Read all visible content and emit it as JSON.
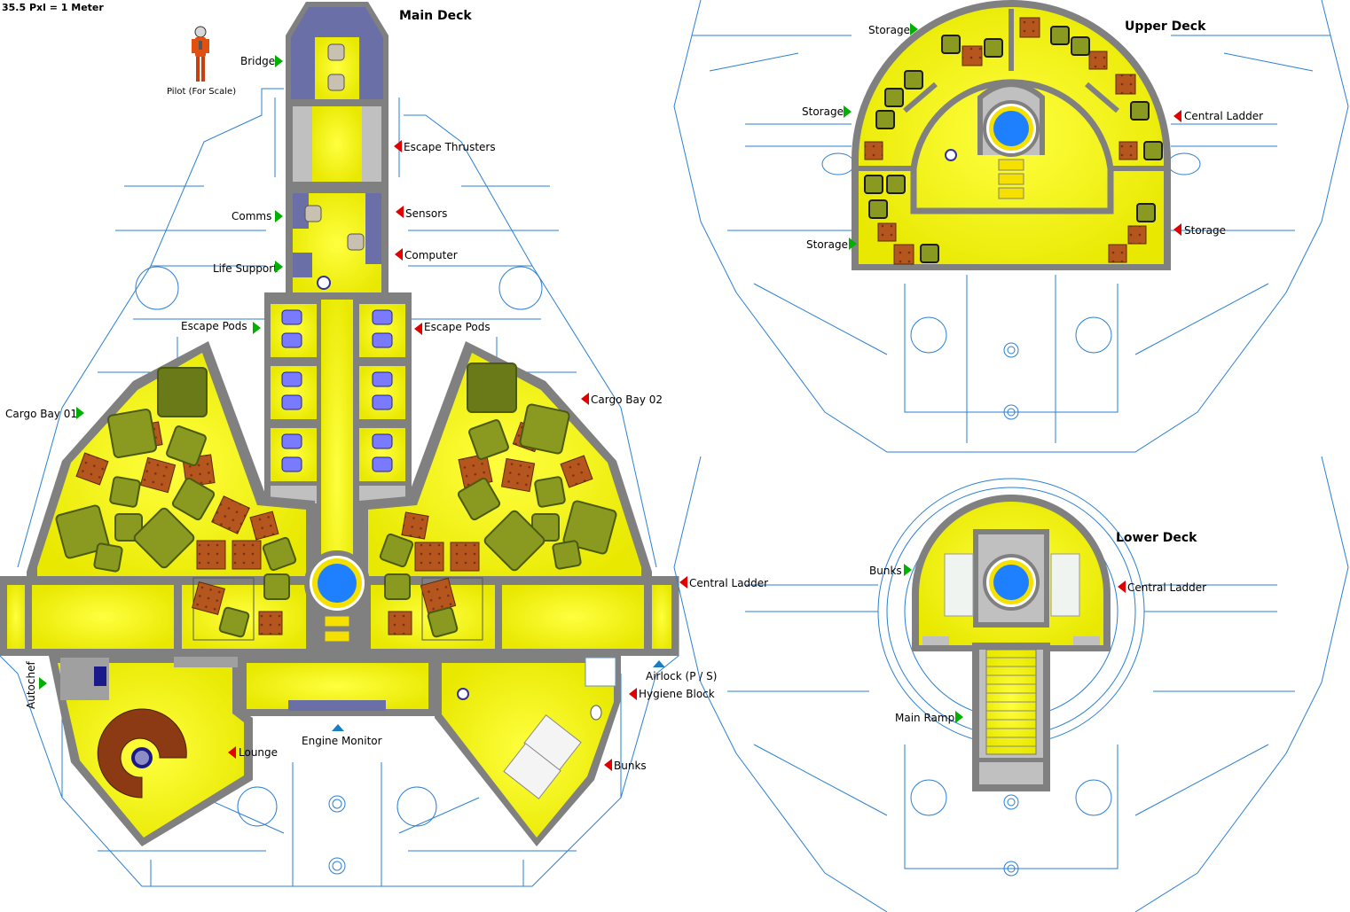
{
  "scale_text": "35.5 Pxl = 1 Meter",
  "pilot_caption": "Pilot (For Scale)",
  "decks": {
    "main": "Main Deck",
    "upper": "Upper Deck",
    "lower": "Lower Deck"
  },
  "main_labels": {
    "bridge": "Bridge",
    "escape_thrusters": "Escape Thrusters",
    "comms": "Comms",
    "sensors": "Sensors",
    "life_support": "Life Support",
    "computer": "Computer",
    "escape_pods_left": "Escape Pods",
    "escape_pods_right": "Escape Pods",
    "cargo_bay_01": "Cargo Bay 01",
    "cargo_bay_02": "Cargo Bay 02",
    "central_ladder": "Central Ladder",
    "autochef": "Autochef",
    "airlock": "Airlock (P / S)",
    "hygiene_block": "Hygiene Block",
    "engine_monitor": "Engine Monitor",
    "lounge": "Lounge",
    "bunks": "Bunks"
  },
  "upper_labels": {
    "storage_top": "Storage",
    "storage_left": "Storage",
    "storage_bottom_left": "Storage",
    "storage_right": "Storage",
    "central_ladder": "Central Ladder"
  },
  "lower_labels": {
    "bunks": "Bunks",
    "central_ladder": "Central Ladder",
    "main_ramp": "Main Ramp"
  },
  "colors": {
    "hull_line": "#2a7fd4",
    "wall": "#808080",
    "floor": "#ffff00",
    "bridge_floor": "#6b6fa8",
    "ladder": "#1e7fff",
    "crate": "#a0522d",
    "green_crate": "#6b7a1e",
    "go_arrow": "#00b000",
    "stop_arrow": "#e00000"
  }
}
